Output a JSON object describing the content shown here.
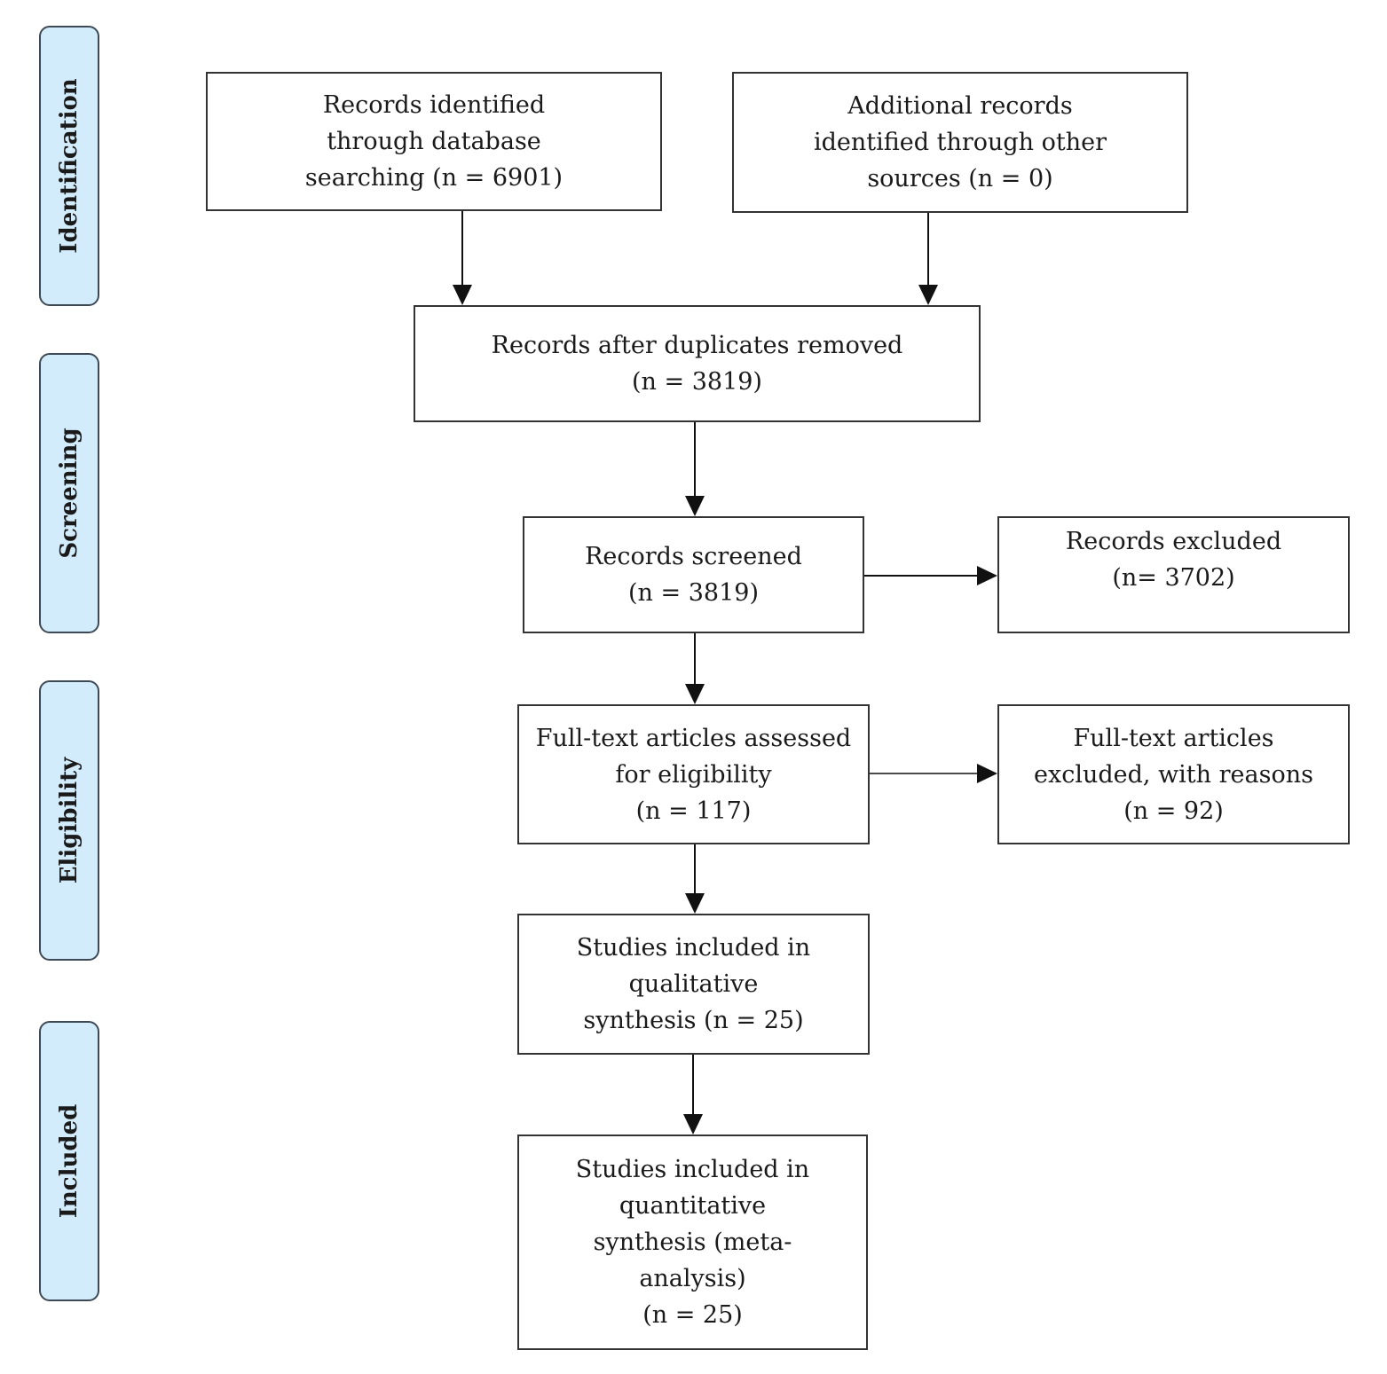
{
  "stages": {
    "identification": "Identification",
    "screening": "Screening",
    "eligibility": "Eligibility",
    "included": "Included"
  },
  "boxes": {
    "database_records": "Records identified\nthrough database\nsearching (n = 6901)",
    "other_records": "Additional records\nidentified through other\nsources (n = 0)",
    "after_duplicates": "Records after duplicates removed\n(n = 3819)",
    "screened": "Records screened\n(n = 3819)",
    "excluded": "Records excluded\n(n= 3702)",
    "fulltext_assessed": "Full-text articles assessed\nfor eligibility\n(n = 117)",
    "fulltext_excluded": "Full-text articles\nexcluded, with reasons\n(n = 92)",
    "qualitative": "Studies included in\nqualitative\nsynthesis (n = 25)",
    "quantitative": "Studies included in\nquantitative\nsynthesis (meta-\nanalysis)\n(n = 25)"
  },
  "colors": {
    "stage_fill": "#d3ecfc",
    "stage_border": "#3d4a55",
    "box_border": "#333333",
    "arrow": "#111111"
  }
}
